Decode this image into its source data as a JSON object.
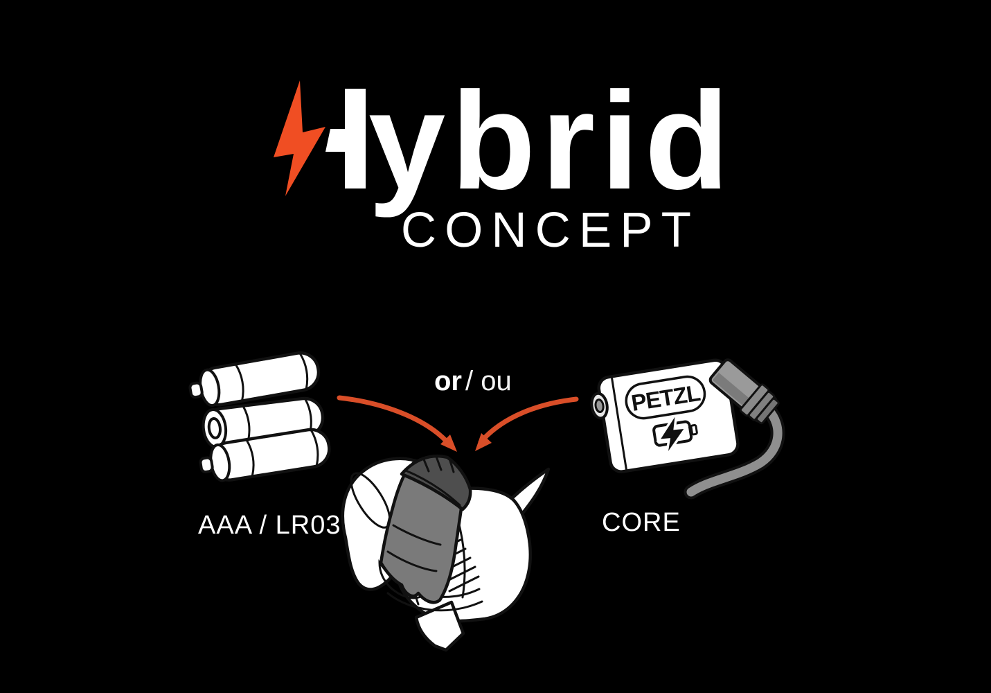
{
  "background_color": "#000000",
  "title": {
    "word": "Hybrid",
    "word_visible_text": "ybrid",
    "subtitle": "CONCEPT",
    "bolt_color": "#F04E23",
    "text_color": "#FFFFFF"
  },
  "connector": {
    "or_bold": "or",
    "or_regular": "/ ou",
    "arrow_color": "#D94E28"
  },
  "power_options": [
    {
      "id": "aaa-batteries",
      "label": "AAA / LR03",
      "illustration": "three-aaa-batteries"
    },
    {
      "id": "core-battery",
      "label": "CORE",
      "illustration": "petzl-core-rechargeable-battery",
      "brand_text": "PETZL"
    }
  ],
  "center_illustration": "open-headlamp-with-battery-compartment",
  "icons": {
    "lightning-bolt-icon": "orange zigzag bolt replacing H stem",
    "battery-charge-icon": "battery outline crossed by lightning bolt",
    "curved-arrow-icon": "orange swooping arrow"
  },
  "palette": {
    "white": "#FFFFFF",
    "outline": "#111111",
    "door_gray": "#7A7A7A",
    "door_dark_gray": "#4E4E4E",
    "shadow_gray": "#5A5A5A",
    "cable_gray": "#8F8F8F",
    "plug_gray": "#9A9A9A"
  }
}
